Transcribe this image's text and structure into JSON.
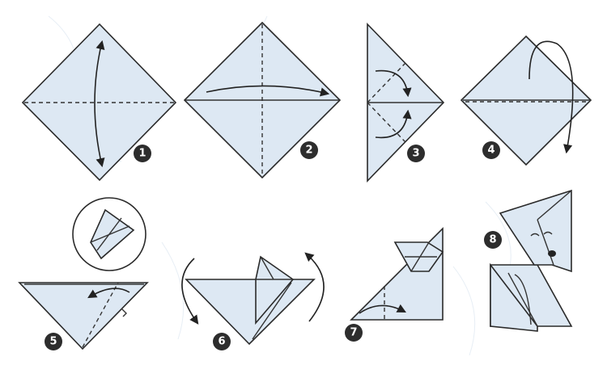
{
  "steps": [
    {
      "number": "1"
    },
    {
      "number": "2"
    },
    {
      "number": "3"
    },
    {
      "number": "4"
    },
    {
      "number": "5"
    },
    {
      "number": "6"
    },
    {
      "number": "7"
    },
    {
      "number": "8"
    }
  ],
  "colors": {
    "paper_fill": "#dde8f3",
    "outline": "#2a2a2a",
    "badge": "#2d2d2d",
    "background": "#ffffff"
  }
}
